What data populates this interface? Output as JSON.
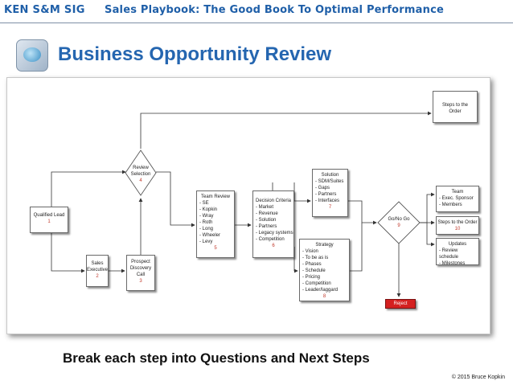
{
  "header": {
    "org": "KEN S&M SIG",
    "subtitle": "Sales Playbook: The Good Book To Optimal Performance"
  },
  "title": "Business Opportunity Review",
  "colors": {
    "accent": "#2566b0",
    "step_number": "#c0392b",
    "reject": "#d42020"
  },
  "logo_icon": "globe-in-rounded-square-icon",
  "diagram": {
    "qualified_lead": {
      "label": "Qualified Lead",
      "num": "1"
    },
    "sales_exec": {
      "label1": "Sales",
      "label2": "Executive",
      "num": "2"
    },
    "prospect": {
      "label1": "Prospect",
      "label2": "Discovery",
      "label3": "Call",
      "num": "3"
    },
    "review": {
      "label1": "Review",
      "label2": "Selection",
      "num": "4"
    },
    "team_review": {
      "title": "Team Review",
      "items": [
        "- SE",
        "- Kopkin",
        "- Wray",
        "- Roth",
        "- Long",
        "- Wheeler",
        "- Levy"
      ],
      "num": "5"
    },
    "decision": {
      "title": "Decision Criteria",
      "items": [
        "- Market",
        "- Revenue",
        "- Solution",
        "- Partners",
        "- Legacy systems",
        "- Competition"
      ],
      "num": "6"
    },
    "solution": {
      "title": "Solution",
      "items": [
        "- SDM/Suites",
        "- Gaps",
        "- Partners",
        "- Interfaces"
      ],
      "num": "7"
    },
    "strategy": {
      "title": "Strategy",
      "items": [
        "- Vision",
        "- To be as is",
        "- Phases",
        "- Schedule",
        "- Pricing",
        "- Competition",
        "- Leader/laggard"
      ],
      "num": "8"
    },
    "gonogo": {
      "label": "Go/No Go",
      "num": "9"
    },
    "steps_top": {
      "label1": "Steps to the",
      "label2": "Order"
    },
    "team": {
      "title": "Team",
      "items": [
        "- Exec. Sponsor",
        "- Members"
      ]
    },
    "steps_order": {
      "label": "Steps to the Order",
      "num": "10"
    },
    "updates": {
      "title": "Updates",
      "items": [
        "- Review schedule",
        "- Milestones"
      ]
    },
    "reject": "Reject"
  },
  "caption": "Break each step into Questions and Next Steps",
  "copyright": "© 2015 Bruce Kopkin"
}
